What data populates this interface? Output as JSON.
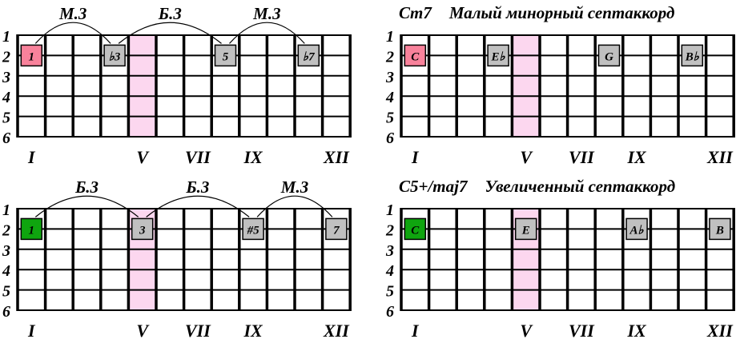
{
  "figure": {
    "background": "#ffffff",
    "description": "Guitar fretboard diagrams of seventh chords with interval structure"
  },
  "colors": {
    "root_pink": "#F8829B",
    "root_green": "#0FA50F",
    "note_gray": "#C0C0C0",
    "highlight_fret_fill": "#FCD7EF",
    "grid_line": "#000000"
  },
  "fretboard": {
    "fret_count": 12,
    "string_count": 6,
    "highlight_fret": 5,
    "marker_string": 2,
    "string_labels": [
      "1",
      "2",
      "3",
      "4",
      "5",
      "6"
    ],
    "fret_labels": [
      {
        "text": "I",
        "fret": 1
      },
      {
        "text": "V",
        "fret": 5
      },
      {
        "text": "VII",
        "fret": 7
      },
      {
        "text": "IX",
        "fret": 9
      },
      {
        "text": "XII",
        "fret": 12
      }
    ]
  },
  "diagrams": [
    {
      "title_chord": "",
      "title_name": "",
      "intervals": [
        {
          "label": "М.3",
          "from_fret": 1,
          "to_fret": 4
        },
        {
          "label": "Б.3",
          "from_fret": 4,
          "to_fret": 8
        },
        {
          "label": "М.3",
          "from_fret": 8,
          "to_fret": 11
        }
      ],
      "markers": [
        {
          "text": "1",
          "fret": 1,
          "color": "root_pink"
        },
        {
          "text": "♭3",
          "fret": 4,
          "color": "note_gray"
        },
        {
          "text": "5",
          "fret": 8,
          "color": "note_gray"
        },
        {
          "text": "♭7",
          "fret": 11,
          "color": "note_gray"
        }
      ]
    },
    {
      "title_chord": "Cm7",
      "title_name": "Малый минорный септаккорд",
      "intervals": [],
      "markers": [
        {
          "text": "C",
          "fret": 1,
          "color": "root_pink"
        },
        {
          "text": "E♭",
          "fret": 4,
          "color": "note_gray"
        },
        {
          "text": "G",
          "fret": 8,
          "color": "note_gray"
        },
        {
          "text": "B♭",
          "fret": 11,
          "color": "note_gray"
        }
      ]
    },
    {
      "title_chord": "",
      "title_name": "",
      "intervals": [
        {
          "label": "Б.3",
          "from_fret": 1,
          "to_fret": 5
        },
        {
          "label": "Б.3",
          "from_fret": 5,
          "to_fret": 9
        },
        {
          "label": "М.3",
          "from_fret": 9,
          "to_fret": 12
        }
      ],
      "markers": [
        {
          "text": "1",
          "fret": 1,
          "color": "root_green"
        },
        {
          "text": "3",
          "fret": 5,
          "color": "note_gray"
        },
        {
          "text": "#5",
          "fret": 9,
          "color": "note_gray"
        },
        {
          "text": "7",
          "fret": 12,
          "color": "note_gray"
        }
      ]
    },
    {
      "title_chord": "C5+/maj7",
      "title_name": "Увеличенный септаккорд",
      "intervals": [],
      "markers": [
        {
          "text": "C",
          "fret": 1,
          "color": "root_green"
        },
        {
          "text": "E",
          "fret": 5,
          "color": "note_gray"
        },
        {
          "text": "A♭",
          "fret": 9,
          "color": "note_gray"
        },
        {
          "text": "B",
          "fret": 12,
          "color": "note_gray"
        }
      ]
    }
  ]
}
